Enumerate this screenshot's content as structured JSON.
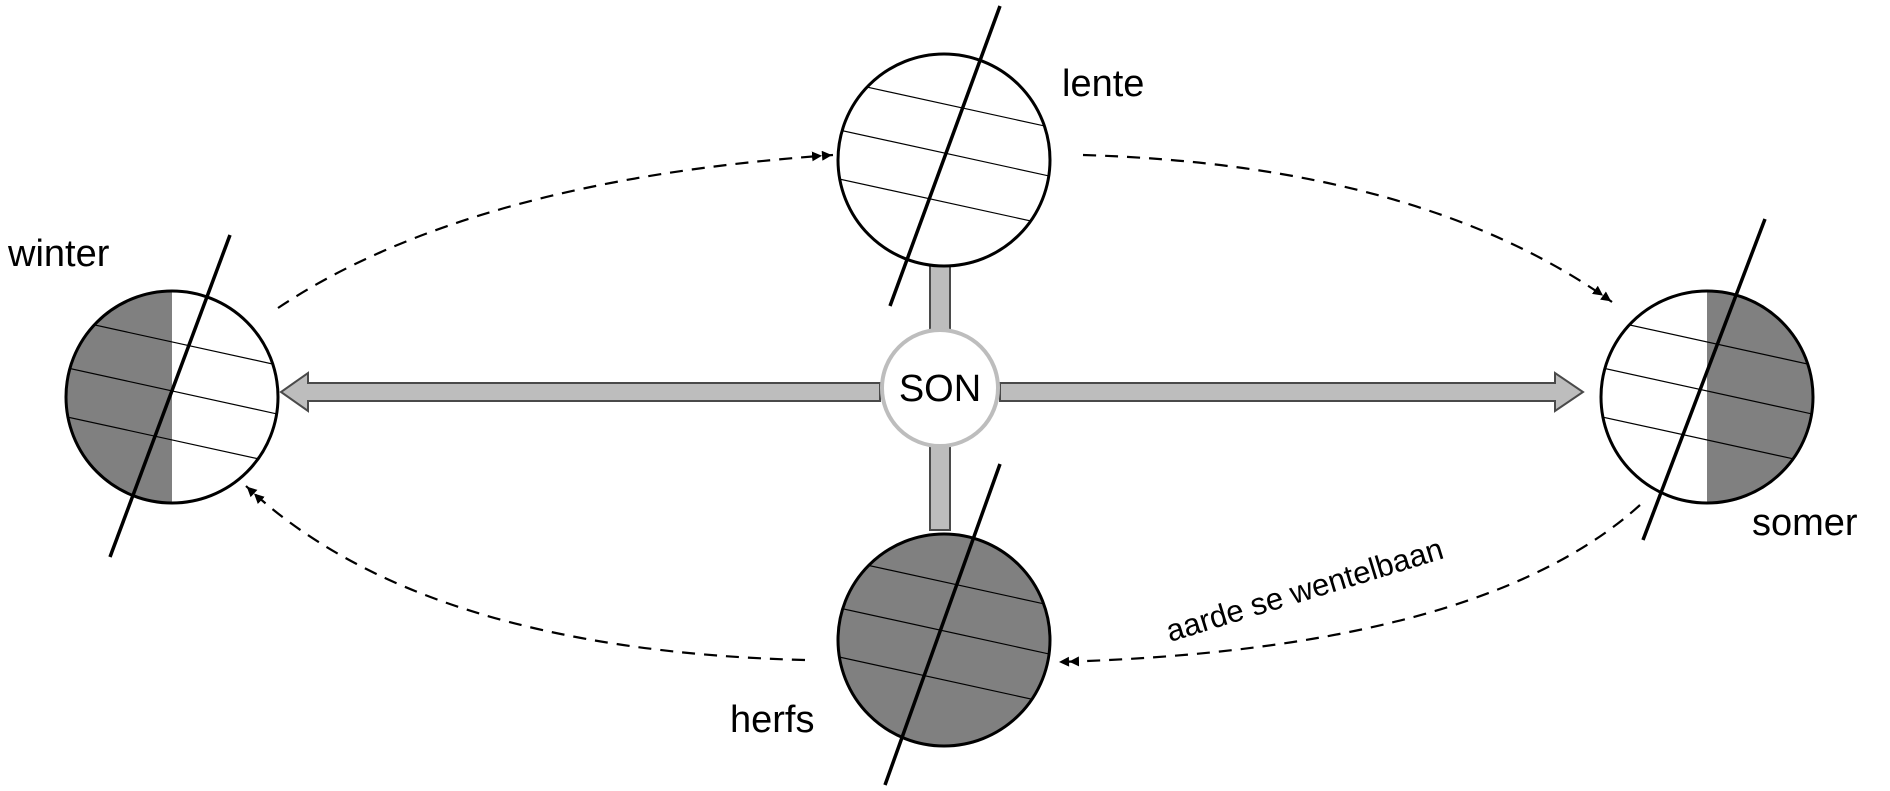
{
  "diagram": {
    "sun_label": "SON",
    "orbit_label": "aarde se wentelbaan",
    "seasons": {
      "spring": "lente",
      "summer": "somer",
      "autumn": "herfs",
      "winter": "winter"
    }
  },
  "colors": {
    "night_shade": "#808080",
    "arrow_fill": "#bdbdbd",
    "arrow_stroke": "#4a4a4a",
    "sun_stroke": "#bdbdbd",
    "line": "#000000"
  }
}
